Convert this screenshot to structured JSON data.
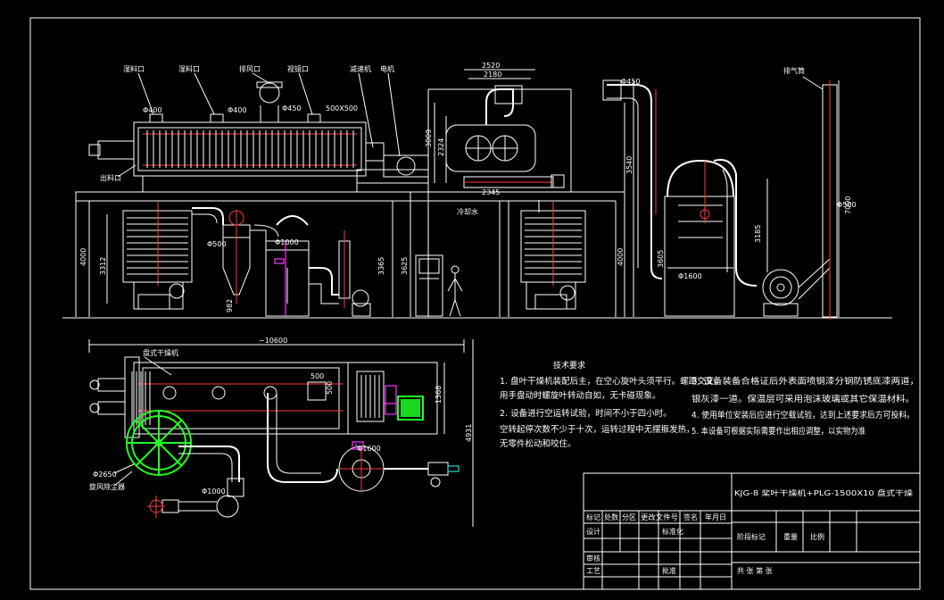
{
  "labels": {
    "top_vent_1": "湿料口",
    "top_vent_2": "湿料口",
    "top_manhole": "排风口",
    "top_hatch": "视镜口",
    "top_motor": "减速机",
    "top_motor2": "电机",
    "discharge": "出料口",
    "cooling_pipe": "冷却水",
    "chimney": "排气筒",
    "dryer_label": "盘式干燥机",
    "dust_label": "旋风除尘器",
    "dim_phi400a": "Φ400",
    "dim_phi400b": "Φ400",
    "dim_phi450": "Φ450",
    "dim_500x500": "500X500",
    "dim_2520": "2520",
    "dim_2180": "2180",
    "dim_phi450_top": "Φ450",
    "dim_3009": "3009",
    "dim_2324": "2324",
    "dim_2345": "2345",
    "dim_3540": "3540",
    "dim_phi500_stack": "Φ500",
    "dim_7000": "7000",
    "dim_3185": "3185",
    "dim_phi1600": "Φ1600",
    "dim_3605": "3605",
    "dim_4000a": "4000",
    "dim_4000b": "4000",
    "dim_3312": "3312",
    "dim_phi500b": "Φ500",
    "dim_phi1000": "Φ1000",
    "dim_3365": "3365",
    "dim_3625": "3625",
    "dim_982": "982",
    "dim_10600": "~10600",
    "dim_500": "500",
    "dim_500b": "500",
    "dim_1368": "1368",
    "dim_4931": "4931",
    "dim_phi1600b": "Φ1600",
    "dim_phi1000b": "Φ1000",
    "dim_phi2650": "Φ2650"
  },
  "notes": {
    "title": "技术要求",
    "items": [
      "1. 盘叶干燥机装配后主，在空心旋叶头须平行。螺距交叉，",
      "   用手盘动时螺旋叶转动自如，无卡碰现象。",
      "2. 设备进行空运转试验，时间不小于四小时。",
      "空转起停次数不少于十次，运转过程中无摆振发热，",
      "无零件松动和咬住。",
      "3. 设备装备合格证后外表面喷钢漆分钢防锈底漆两道，",
      "银灰漆一道。保温层可采用泡沫玻璃或其它保温材料。",
      "4. 使用单位安装后应进行空载试验，达到上述要求后方可投料。",
      "5. 本设备可根据实际需要作出相应调整，以实物为准"
    ]
  },
  "title_block": {
    "drawing_title": "KJG-8 桨叶干燥机+PLG-1500X10 盘式干燥",
    "hdr_mark": "标记",
    "hdr_count": "处数",
    "hdr_zone": "分区",
    "hdr_docno": "更改文件号",
    "hdr_sign": "签名",
    "hdr_date": "年月日",
    "design": "设计",
    "standard": "标准化",
    "stage_mark": "阶段标记",
    "weight": "重量",
    "scale": "比例",
    "review": "审核",
    "process": "工艺",
    "approve": "批准",
    "sheets": "共  张  第  张"
  },
  "colors": {
    "background": "#000000",
    "line": "#ffffff",
    "accent_red": "#ff3a3a",
    "accent_green": "#22ff22",
    "accent_magenta": "#ff33ff",
    "accent_cyan": "#33ffff"
  }
}
